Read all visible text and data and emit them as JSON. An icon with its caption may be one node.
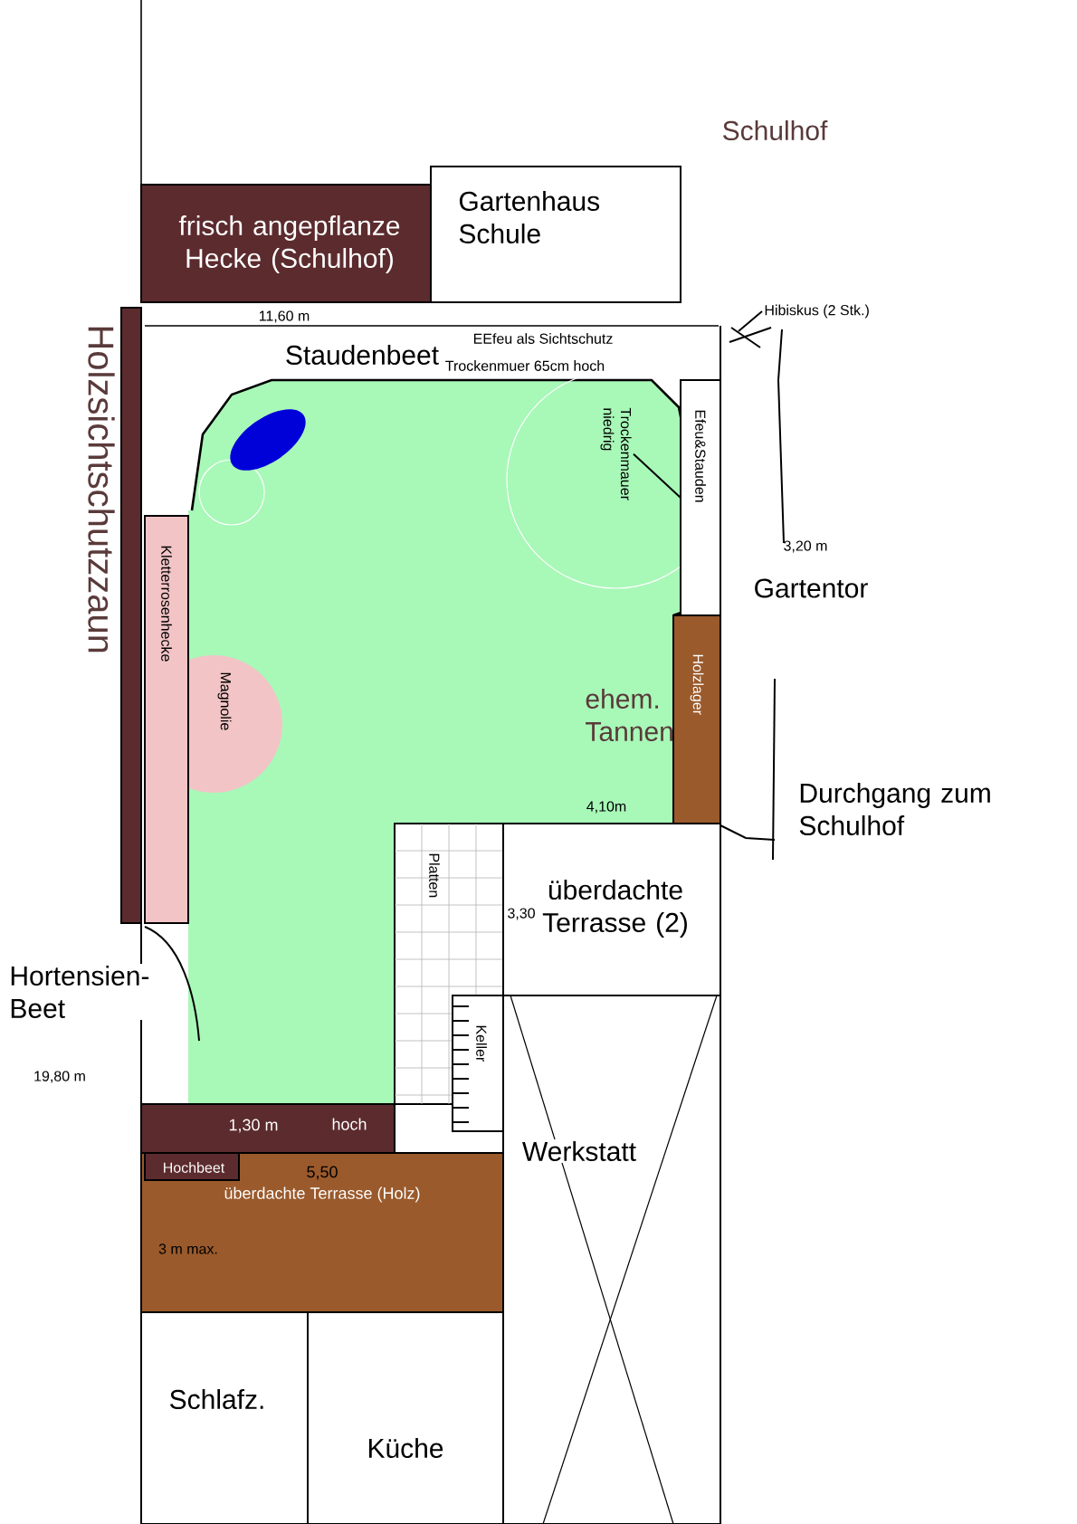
{
  "diagram": {
    "nodes": [
      {
        "text": [
          "frisch angepflanze Hecke (Schulhof)"
        ]
      },
      {
        "text": [
          "Gartenhaus Schule"
        ]
      },
      {
        "text": [
          "Holzsichtschutzzaun"
        ]
      },
      {
        "text": [
          "Kletterrosenhecke"
        ]
      },
      {
        "text": [
          "Magnolie"
        ]
      },
      {
        "text": [
          "Efeu&Stauden"
        ]
      },
      {
        "text": [
          "Holzlager"
        ]
      },
      {
        "text": [
          "Platten"
        ]
      },
      {
        "text": [
          "überdachte Terrasse (2)"
        ]
      },
      {
        "text": [
          "Keller"
        ]
      },
      {
        "text": [
          "1,30 m",
          "hoch"
        ]
      },
      {
        "text": [
          "überdachte Terrasse (Holz)"
        ]
      },
      {
        "text": [
          "Hochbeet"
        ],
        "in": 11
      },
      {
        "text": [
          "Werkstatt"
        ]
      },
      {
        "text": [
          "Schlafz."
        ]
      },
      {
        "text": [
          "Küche"
        ]
      },
      {
        "text": [
          "Hibiskus (2 Stk.)"
        ]
      },
      {
        "text": [
          "niedrig",
          "Trockenmauer"
        ]
      }
    ],
    "edges": [
      {
        "from": 16,
        "to": null,
        "arrow": "none"
      },
      {
        "from": 17,
        "to": 5,
        "arrow": "none"
      }
    ],
    "labels": [
      "Schulhof",
      "11,60 m",
      "EEfeu als Sichtschutz",
      "Staudenbeet",
      "Trockenmuer 65cm hoch",
      "3,20 m",
      "Gartentor",
      "ehem. Tannen",
      "4,10m",
      "Durchgang zum Schulhof",
      "3,30",
      "Hortensien-Beet",
      "19,80 m",
      "5,50",
      "3 m max."
    ]
  }
}
